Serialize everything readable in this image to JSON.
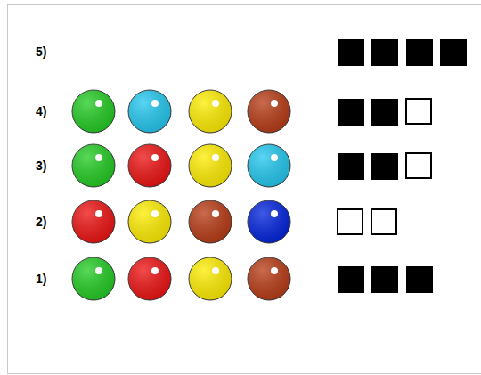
{
  "diagram": {
    "labels": [
      "5)",
      "4)",
      "3)",
      "2)",
      "1)"
    ]
  }
}
